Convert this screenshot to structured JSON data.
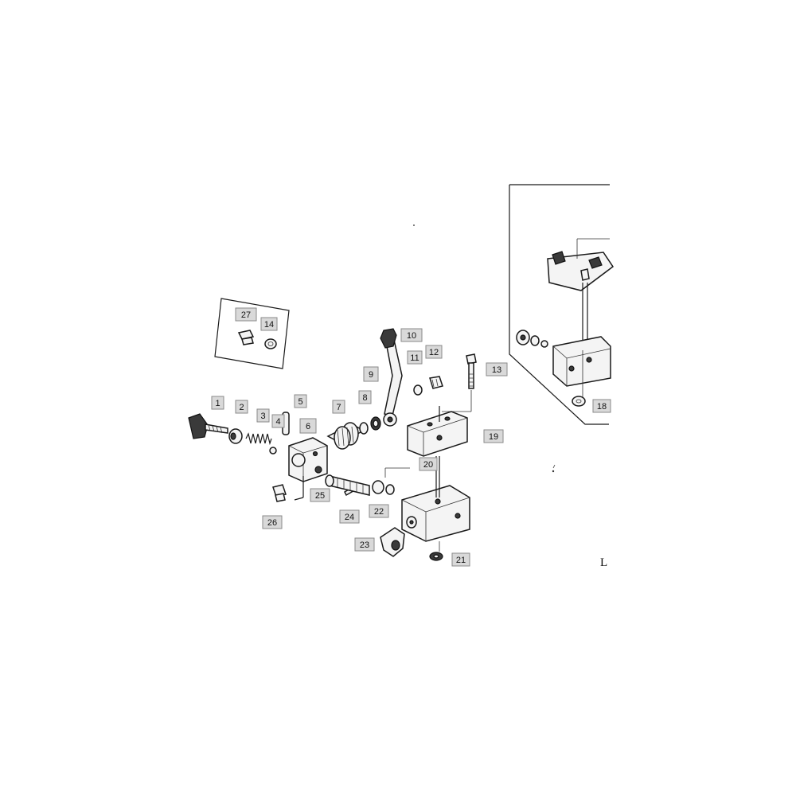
{
  "diagram": {
    "callouts": [
      "1",
      "2",
      "3",
      "4",
      "5",
      "6",
      "7",
      "8",
      "9",
      "10",
      "11",
      "12",
      "13",
      "14",
      "18",
      "19",
      "20",
      "21",
      "22",
      "23",
      "24",
      "25",
      "26",
      "27"
    ],
    "corner_letter": "L"
  }
}
